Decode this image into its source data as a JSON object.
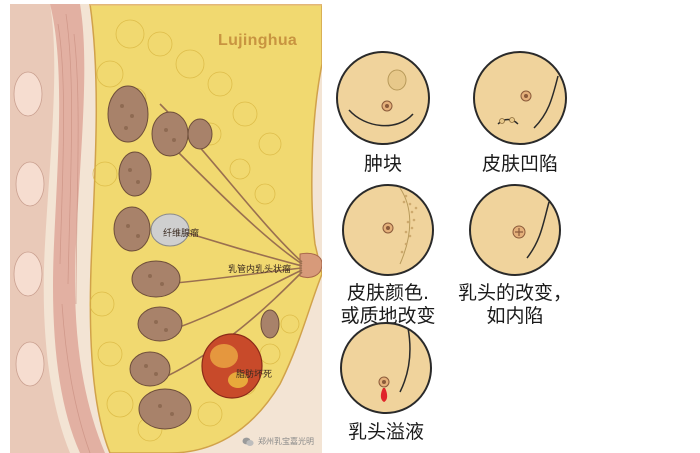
{
  "anatomy": {
    "watermark": "Lujinghua",
    "labels": {
      "fibroadenoma": "纤维腺瘤",
      "intraductal_papilloma": "乳管内乳头状瘤",
      "fat_necrosis": "脂肪坏死"
    },
    "credit": "郑州乳宝嘉光明"
  },
  "symptoms": [
    {
      "id": "lump",
      "label": "肿块"
    },
    {
      "id": "skin-dimpling",
      "label": "皮肤凹陷"
    },
    {
      "id": "skin-change",
      "line1": "皮肤颜色.",
      "line2": "或质地改变"
    },
    {
      "id": "nipple-change",
      "line1": "乳头的改变，",
      "line2": "如内陷"
    },
    {
      "id": "nipple-discharge",
      "label": "乳头溢液"
    }
  ],
  "colors": {
    "skin": "#f0d39c",
    "outline": "#2a2a2a",
    "fat": "#f0d86a",
    "lobule": "#a8826a",
    "discharge": "#e0242a",
    "watermark": "#c89440"
  }
}
